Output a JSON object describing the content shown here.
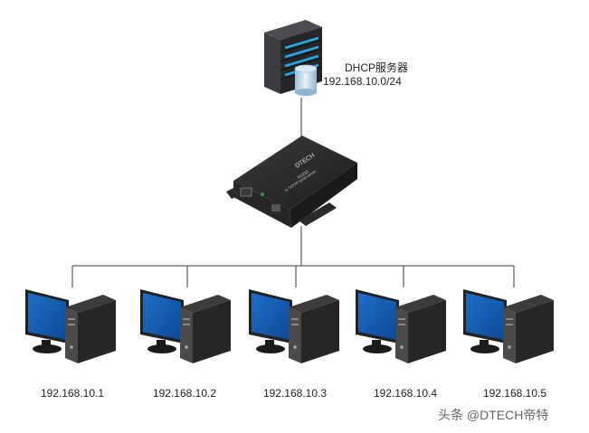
{
  "server": {
    "name": "DHCP服务器",
    "subnet": "192.168.10.0/24",
    "icon": "server-with-database-icon"
  },
  "device": {
    "brand": "DTECH",
    "model_text": "RS232",
    "sub_text": "to TCP/IP serial server",
    "icon": "serial-server-device-icon"
  },
  "clients": [
    {
      "ip": "192.168.10.1",
      "icon": "desktop-computer-icon"
    },
    {
      "ip": "192.168.10.2",
      "icon": "desktop-computer-icon"
    },
    {
      "ip": "192.168.10.3",
      "icon": "desktop-computer-icon"
    },
    {
      "ip": "192.168.10.4",
      "icon": "desktop-computer-icon"
    },
    {
      "ip": "192.168.10.5",
      "icon": "desktop-computer-icon"
    }
  ],
  "watermark": "头条 @DTECH帝特",
  "colors": {
    "line": "#3a3a3a",
    "monitor_screen": "#1565c0",
    "tower_dark": "#2b2b2b",
    "server_body": "#303234",
    "server_led": "#29a9e6",
    "database": "#bcd6ea"
  }
}
